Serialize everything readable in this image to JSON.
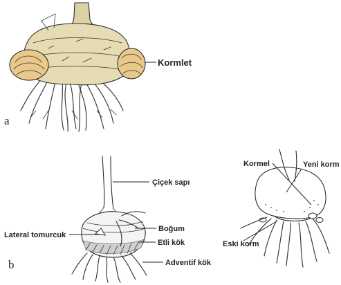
{
  "panel_a": {
    "letter": "a",
    "labels": {
      "cormlet": "Kormlet"
    },
    "colors": {
      "corm_body": "#e6dcb4",
      "cormlet": "#e9c98a",
      "stem": "#ddd2a6"
    }
  },
  "panel_b": {
    "letter": "b",
    "labels": {
      "flower_stalk": "Çiçek sapı",
      "lateral_bud": "Lateral tomurcuk",
      "node": "Boğum",
      "fleshy_root": "Etli kök",
      "adventitious_root": "Adventif kök"
    }
  },
  "panel_c": {
    "labels": {
      "cormel": "Kormel",
      "new_corm": "Yeni korm",
      "old_corm": "Eski korm"
    }
  }
}
